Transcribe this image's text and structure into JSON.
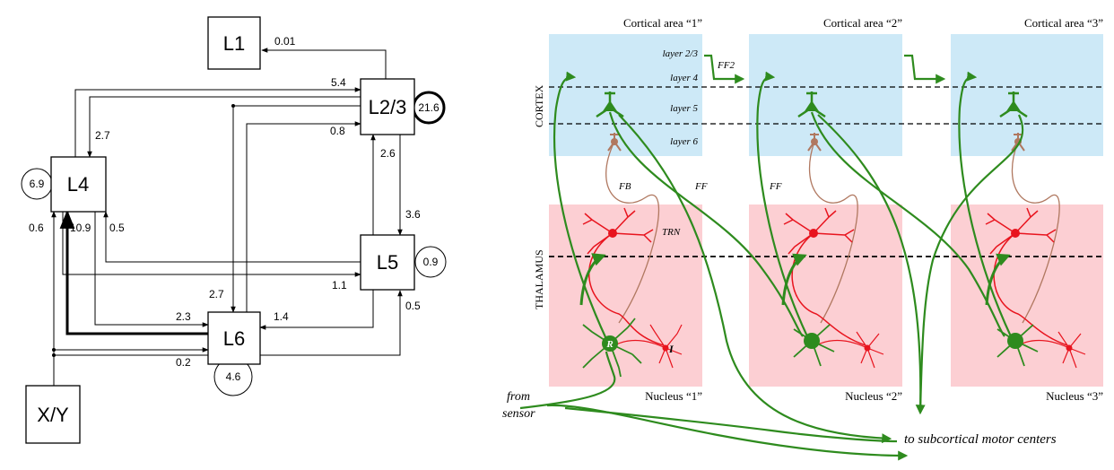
{
  "left_diagram": {
    "boxes": {
      "l1": "L1",
      "l23": "L2/3",
      "l4": "L4",
      "l5": "L5",
      "l6": "L6",
      "xy": "X/Y"
    },
    "weights": {
      "l23_to_l1": "0.01",
      "to_l23_top": "5.4",
      "l23_to_l4": "2.7",
      "to_l23_mid": "0.8",
      "l23_self": "21.6",
      "l4_self": "6.9",
      "l5_to_l23": "2.6",
      "l23_to_l5": "3.6",
      "xy_to_l4": "0.6",
      "l6_to_l4": "10.9",
      "l5_to_l4": "0.5",
      "l5_self": "0.9",
      "l4_to_l5": "1.1",
      "l23_to_l6": "2.7",
      "l4_to_l6": "2.3",
      "l5_to_l6": "1.4",
      "xy_to_l5": "0.5",
      "xy_to_l6": "0.2",
      "l6_self": "4.6"
    }
  },
  "right_diagram": {
    "areas": [
      "Cortical area “1”",
      "Cortical area “2”",
      "Cortical area “3”"
    ],
    "nuclei": [
      "Nucleus “1”",
      "Nucleus “2”",
      "Nucleus “3”"
    ],
    "layers": [
      "layer 2/3",
      "layer 4",
      "layer 5",
      "layer 6"
    ],
    "cortex_label": "CORTEX",
    "thalamus_label": "THALAMUS",
    "ff2": "FF2",
    "fb": "FB",
    "ff1": "FF",
    "ff2_lower": "FF",
    "trn": "TRN",
    "r_label": "R",
    "i_label": "I",
    "from_sensor_1": "from",
    "from_sensor_2": "sensor",
    "motor": "to subcortical motor centers"
  },
  "colors": {
    "cortex_bg": "#cde9f7",
    "thalamus_bg": "#fccfd3",
    "green": "#2e8b1e",
    "red": "#e8141e",
    "brown": "#b07860"
  }
}
